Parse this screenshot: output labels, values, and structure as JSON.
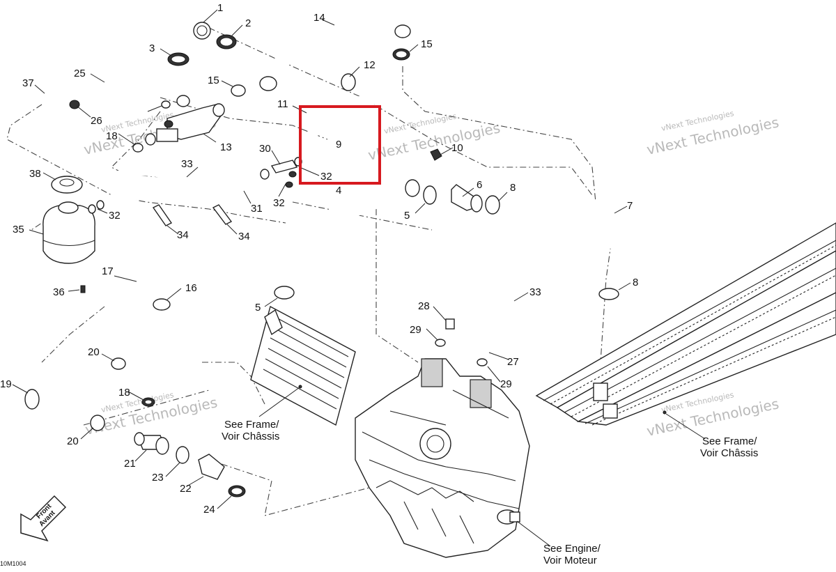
{
  "diagram": {
    "drawing_code": "10M1004",
    "watermark": "vNext Technologies",
    "highlight_color": "#d7191f",
    "highlighted_part": "9",
    "callouts": [
      "1",
      "2",
      "3",
      "4",
      "5",
      "5",
      "6",
      "7",
      "8",
      "8",
      "9",
      "10",
      "11",
      "12",
      "13",
      "14",
      "15",
      "15",
      "16",
      "17",
      "18",
      "18",
      "19",
      "20",
      "20",
      "21",
      "22",
      "23",
      "24",
      "25",
      "26",
      "27",
      "28",
      "29",
      "29",
      "30",
      "31",
      "32",
      "32",
      "32",
      "33",
      "33",
      "34",
      "34",
      "35",
      "36",
      "37",
      "38"
    ],
    "notes": {
      "frame_left_line1": "See Frame/",
      "frame_left_line2": "Voir Châssis",
      "frame_right_line1": "See Frame/",
      "frame_right_line2": "Voir Châssis",
      "engine_line1": "See Engine/",
      "engine_line2": "Voir Moteur"
    },
    "direction_arrow": {
      "line1": "Front",
      "line2": "Avant"
    }
  }
}
